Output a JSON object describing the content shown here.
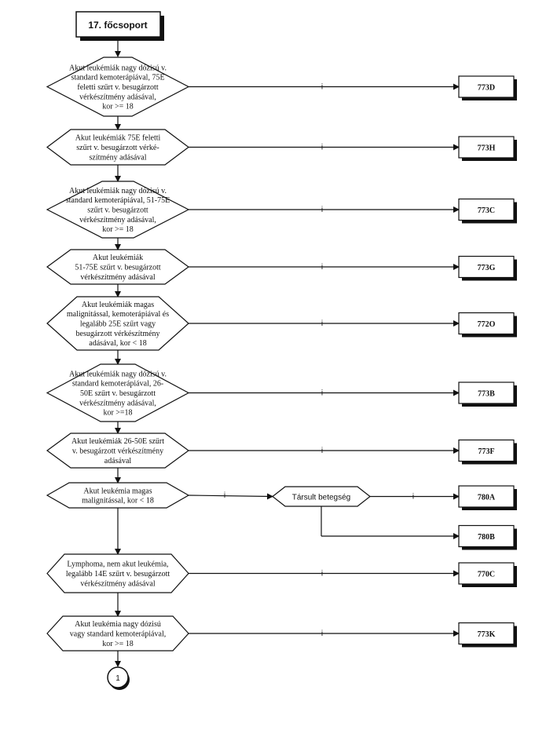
{
  "title": "17. főcsoport",
  "connector_label": "1",
  "decisions": [
    {
      "lines": [
        "Akut leukémiák nagy dózisú v.",
        "standard kemoterápiával, 75E",
        "feletti szűrt v. besugárzott",
        "vérkészítmény adásával,",
        "kor >= 18"
      ],
      "edge_label": "i",
      "target": "773D"
    },
    {
      "lines": [
        "Akut leukémiák 75E feletti",
        "szűrt v. besugárzott  vérké-",
        "szítmény adásával"
      ],
      "edge_label": "i",
      "target": "773H"
    },
    {
      "lines": [
        "Akut leukémiák nagy dózisú v.",
        "standard kemoterápiával, 51-75E",
        "szűrt v. besugárzott",
        "vérkészítmény adásával,",
        "kor >= 18"
      ],
      "edge_label": "i",
      "target": "773C"
    },
    {
      "lines": [
        "Akut leukémiák",
        "51-75E szűrt v. besugárzott",
        "vérkészítmény adásával"
      ],
      "edge_label": "i",
      "target": "773G"
    },
    {
      "lines": [
        "Akut leukémiák magas",
        "malignitással, kemoterápiával és",
        "legalább 25E szűrt vagy",
        "besugárzott vérkészítmény",
        "adásával, kor < 18"
      ],
      "edge_label": "i",
      "target": "772O"
    },
    {
      "lines": [
        "Akut leukémiák nagy dózisú v.",
        "standard kemoterápiával, 26-",
        "50E szűrt v. besugárzott",
        "vérkészítmény adásával,",
        "kor >=18"
      ],
      "edge_label": "i",
      "target": "773B"
    },
    {
      "lines": [
        "Akut leukémiák 26-50E szűrt",
        "v. besugárzott  vérkészítmény",
        "adásával"
      ],
      "edge_label": "i",
      "target": "773F"
    },
    {
      "lines": [
        "Akut leukémia magas",
        "malignitással, kor < 18"
      ],
      "edge_label": "i",
      "sub_decision": {
        "label": "Társult betegség",
        "edge_label": "i",
        "target_yes": "780A",
        "target_no": "780B"
      }
    },
    {
      "lines": [
        "Lymphoma, nem akut leukémia,",
        "legalább 14E szűrt v. besugárzott",
        "vérkészítmény adásával"
      ],
      "edge_label": "i",
      "target": "770C"
    },
    {
      "lines": [
        "Akut leukémia nagy dózisú",
        "vagy standard kemoterápiával,",
        "kor >= 18"
      ],
      "edge_label": "i",
      "target": "773K"
    }
  ]
}
